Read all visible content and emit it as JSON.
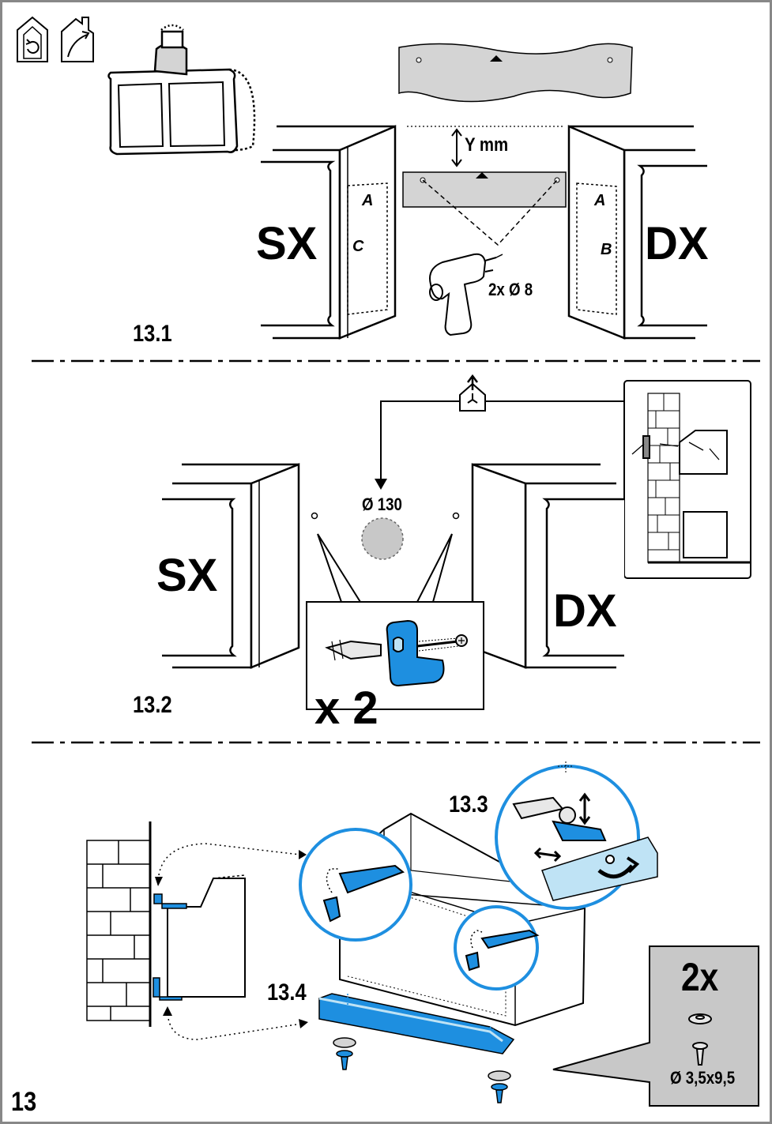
{
  "page_number": "13",
  "steps": {
    "s13_1": "13.1",
    "s13_2": "13.2",
    "s13_3": "13.3",
    "s13_4": "13.4"
  },
  "section_13_1": {
    "left_side": "SX",
    "right_side": "DX",
    "gap_label": "Y mm",
    "drill_label": "2x Ø 8",
    "letter_a_left": "A",
    "letter_c": "C",
    "letter_a_right": "A",
    "letter_b": "B"
  },
  "section_13_2": {
    "left_side": "SX",
    "right_side": "DX",
    "duct_label": "Ø 130",
    "quantity": "x 2"
  },
  "section_13_4": {
    "quantity": "2x",
    "screw_size": "Ø 3,5x9,5"
  },
  "colors": {
    "accent_blue": "#1e8fe0",
    "light_blue": "#bfe3f5",
    "grey_fill": "#d4d4d4",
    "frame": "#888888"
  }
}
